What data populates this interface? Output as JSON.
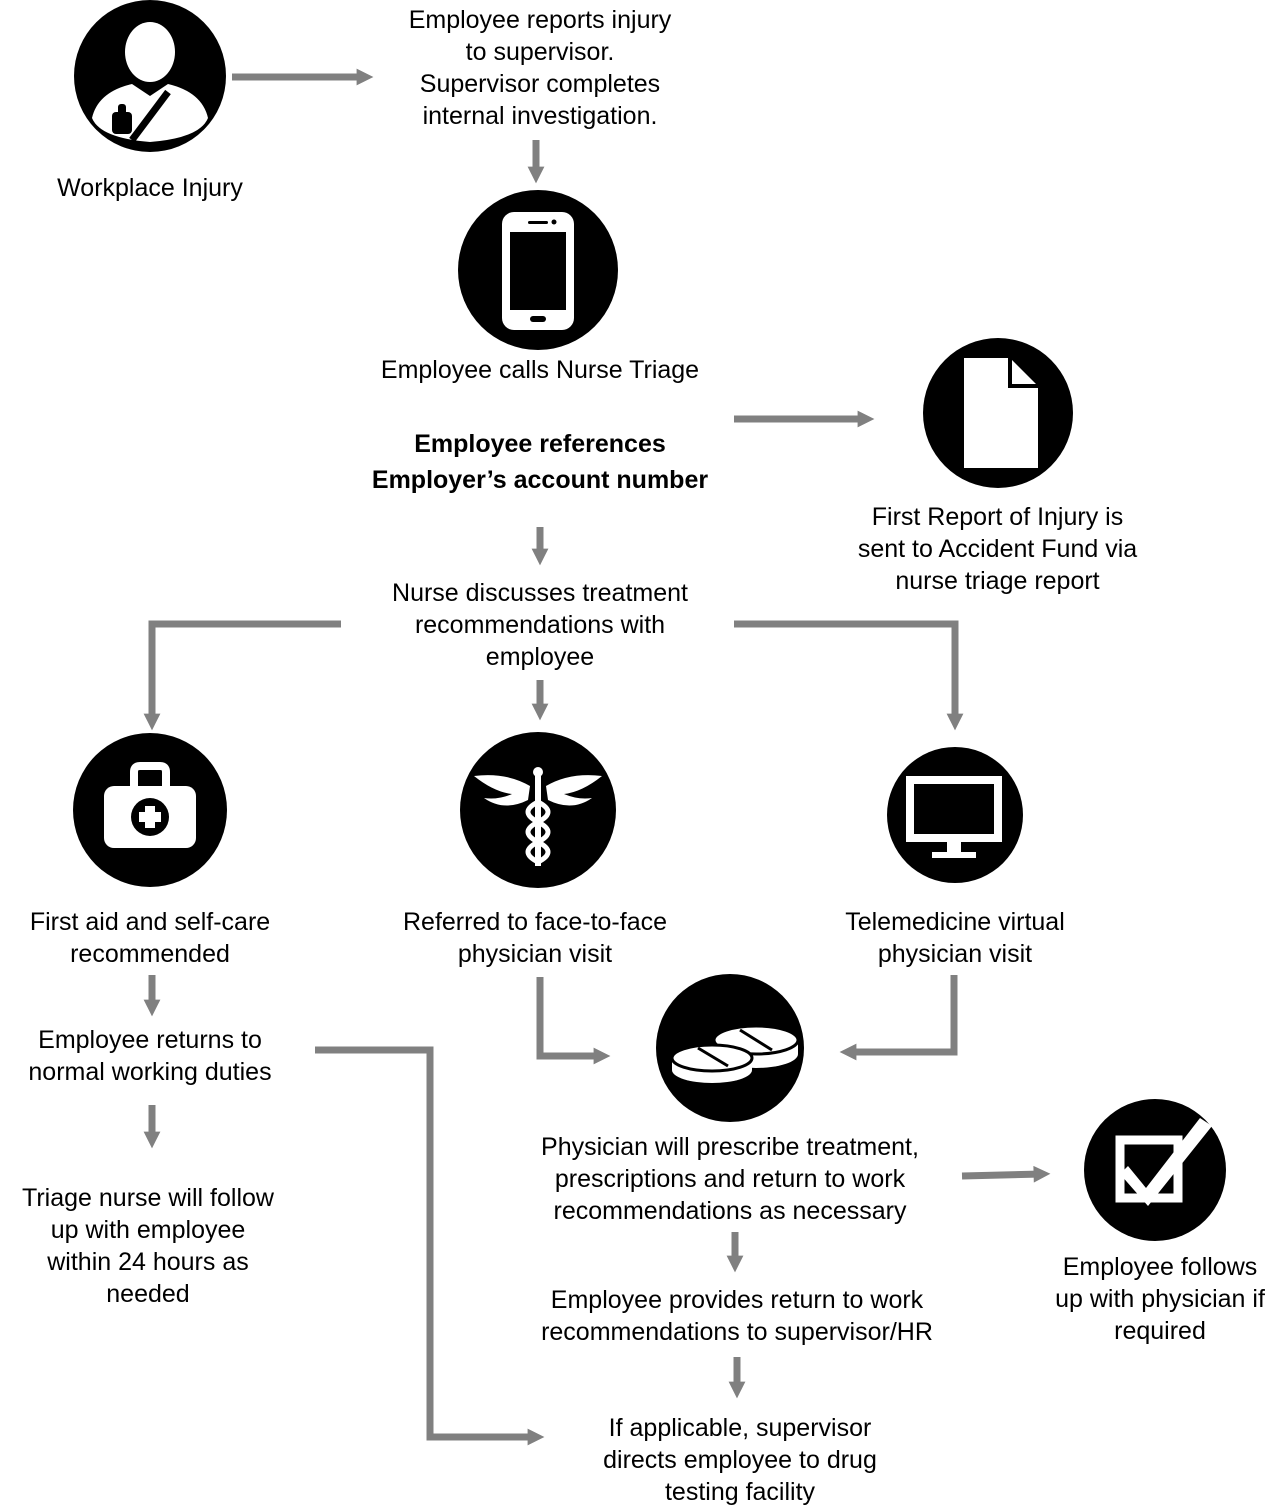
{
  "steps": {
    "workplace_injury": {
      "lines": [
        "Workplace Injury"
      ]
    },
    "report_to_supervisor": {
      "lines": [
        "Employee reports injury",
        "to supervisor.",
        "Supervisor completes",
        "internal investigation."
      ]
    },
    "calls_nurse_triage": {
      "lines": [
        "Employee calls Nurse Triage"
      ]
    },
    "references_account": {
      "lines": [
        "Employee references",
        "Employer’s account number"
      ]
    },
    "first_report": {
      "lines": [
        "First Report of Injury is",
        "sent to Accident Fund via",
        "nurse triage report"
      ]
    },
    "nurse_discusses": {
      "lines": [
        "Nurse discusses treatment",
        "recommendations with",
        "employee"
      ]
    },
    "first_aid": {
      "lines": [
        "First aid and self-care",
        "recommended"
      ]
    },
    "face_to_face": {
      "lines": [
        "Referred to face-to-face",
        "physician visit"
      ]
    },
    "telemedicine": {
      "lines": [
        "Telemedicine virtual",
        "physician visit"
      ]
    },
    "returns_to_work": {
      "lines": [
        "Employee returns to",
        "normal working duties"
      ]
    },
    "nurse_follow_up": {
      "lines": [
        "Triage nurse will follow",
        "up with employee",
        "within 24 hours as",
        "needed"
      ]
    },
    "physician_prescribes": {
      "lines": [
        "Physician will prescribe treatment,",
        "prescriptions and return to work",
        "recommendations as necessary"
      ]
    },
    "employee_follows_up": {
      "lines": [
        "Employee follows",
        "up with physician if",
        "required"
      ]
    },
    "provides_rtw": {
      "lines": [
        "Employee provides return to work",
        "recommendations to supervisor/HR"
      ]
    },
    "drug_testing": {
      "lines": [
        "If applicable, supervisor",
        "directs employee to drug",
        "testing facility"
      ]
    }
  },
  "icons": {
    "injured_person": "injured-person-icon",
    "smartphone": "smartphone-icon",
    "document": "document-icon",
    "first_aid_kit": "first-aid-kit-icon",
    "caduceus": "caduceus-icon",
    "monitor": "monitor-icon",
    "pills": "pills-icon",
    "checkbox": "checkbox-icon"
  },
  "colors": {
    "icon_fill": "#000000",
    "arrow": "#808080",
    "text": "#000000"
  }
}
